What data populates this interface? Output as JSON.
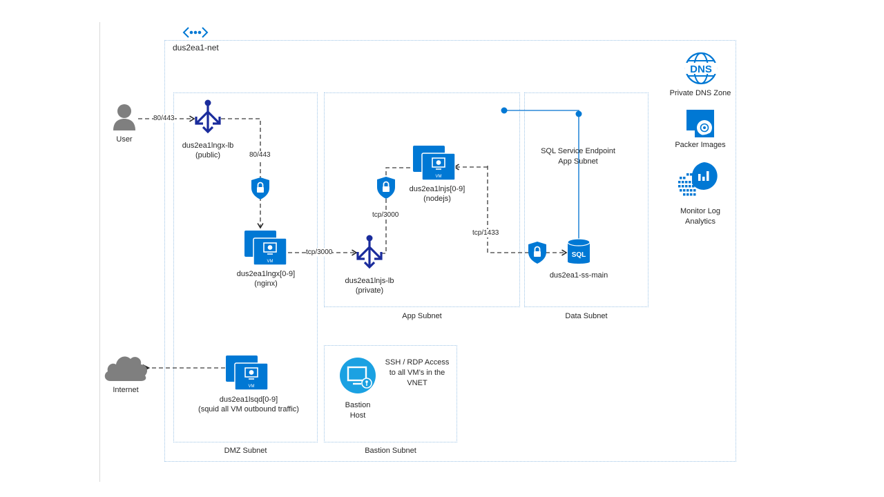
{
  "vnet": {
    "name": "dus2ea1-net",
    "icon": "virtual-network-icon"
  },
  "subnets": {
    "dmz": "DMZ Subnet",
    "app": "App Subnet",
    "data": "Data Subnet",
    "bastion": "Bastion Subnet"
  },
  "nodes": {
    "user": {
      "label": "User",
      "icon": "user-icon"
    },
    "internet": {
      "label": "Internet",
      "icon": "cloud-icon"
    },
    "nginx_lb": {
      "label": "dus2ea1lngx-lb",
      "sub": "(public)",
      "icon": "load-balancer-icon"
    },
    "nginx_vm": {
      "label": "dus2ea1lngx[0-9]",
      "sub": "(nginx)",
      "icon": "vm-scale-set-icon"
    },
    "nodejs_lb": {
      "label": "dus2ea1lnjs-lb",
      "sub": "(private)",
      "icon": "load-balancer-icon"
    },
    "nodejs_vm": {
      "label": "dus2ea1lnjs[0-9]",
      "sub": "(nodejs)",
      "icon": "vm-scale-set-icon"
    },
    "squid_vm": {
      "label": "dus2ea1lsqd[0-9]",
      "sub": "(squid all VM outbound traffic)",
      "icon": "vm-scale-set-icon"
    },
    "sql": {
      "label": "dus2ea1-ss-main",
      "icon": "sql-database-icon",
      "badge": "SQL"
    },
    "bastion": {
      "label": "Bastion",
      "sub": "Host",
      "icon": "bastion-icon"
    },
    "vm_badge": "VM"
  },
  "annotations": {
    "sql_endpoint_line1": "SQL Service Endpoint",
    "sql_endpoint_line2": "App Subnet",
    "bastion_note_line1": "SSH / RDP Access",
    "bastion_note_line2": "to all VM’s in the",
    "bastion_note_line3": "VNET"
  },
  "edges": {
    "user_to_lb": "80/443",
    "lb_to_nginx": "80/443",
    "nginx_to_njslb": "tcp/3000",
    "njslb_to_nodejs": "tcp/3000",
    "sql_to_nodejs": "tcp/1433"
  },
  "services": [
    {
      "label": "Private DNS Zone",
      "icon": "dns-icon",
      "badge": "DNS"
    },
    {
      "label": "Packer Images",
      "icon": "disk-image-icon"
    },
    {
      "label": "Monitor Log",
      "label2": "Analytics",
      "icon": "log-analytics-icon"
    }
  ],
  "colors": {
    "azure_blue": "#0078d4",
    "lb_navy": "#1a2c9c",
    "subnet_border": "#9cc3e6",
    "gray_icon": "#7f7f7f",
    "endpoint_line": "#2b88d8"
  }
}
